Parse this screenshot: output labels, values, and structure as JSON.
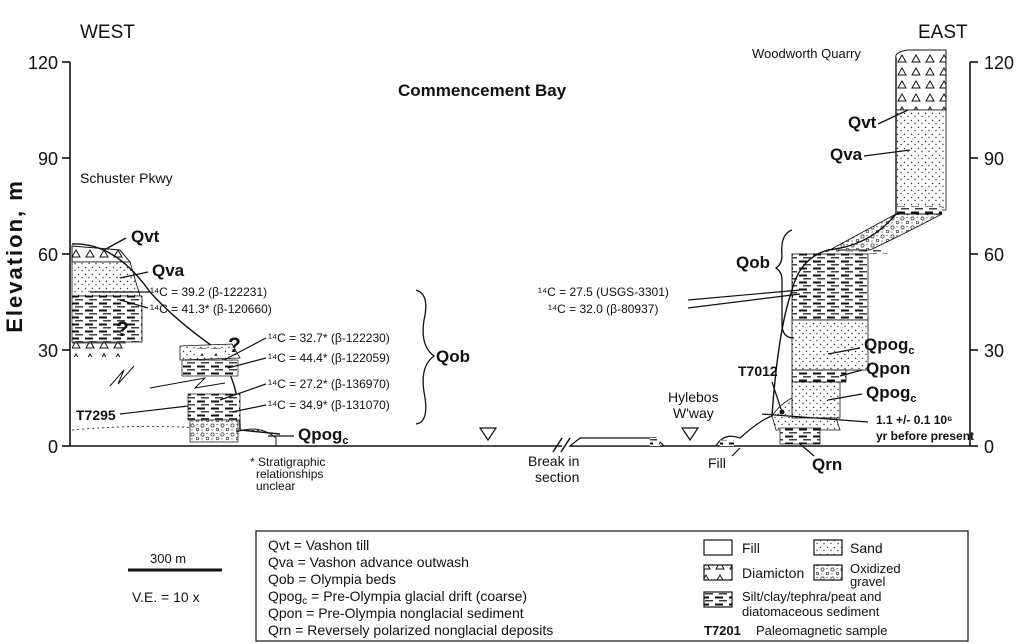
{
  "header": {
    "west": "WEST",
    "east": "EAST"
  },
  "axis": {
    "ylabel": "Elevation, m",
    "left_ticks": [
      "120",
      "90",
      "60",
      "30",
      "0"
    ],
    "right_ticks": [
      "120",
      "90",
      "60",
      "30",
      "0"
    ]
  },
  "places": {
    "bay": "Commencement Bay",
    "quarry": "Woodworth Quarry",
    "schuster": "Schuster Pkwy",
    "hylebos_1": "Hylebos",
    "hylebos_2": "W'way"
  },
  "units_west": {
    "qvt": "Qvt",
    "qva": "Qva",
    "qob": "Qob",
    "qpog": "Qpog",
    "qpog_sub": "c"
  },
  "units_east": {
    "qvt": "Qvt",
    "qva": "Qva",
    "qob": "Qob",
    "qpog_top": "Qpog",
    "qpog_top_sub": "c",
    "qpon": "Qpon",
    "qpog_low": "Qpog",
    "qpog_low_sub": "c",
    "qrn": "Qrn",
    "fill": "Fill"
  },
  "question_marks": [
    "?",
    "?"
  ],
  "dates_west": [
    "¹⁴C = 39.2  (β-122231)",
    "¹⁴C = 41.3* (β-120660)",
    "¹⁴C = 32.7* (β-122230)",
    "¹⁴C = 44.4* (β-122059)",
    "¹⁴C = 27.2* (β-136970)",
    "¹⁴C = 34.9* (β-131070)"
  ],
  "dates_east": [
    "¹⁴C = 27.5 (USGS-3301)",
    "¹⁴C = 32.0 (β-80937)"
  ],
  "samples": {
    "west": "T7295",
    "east": "T7012"
  },
  "age_note": {
    "line1": "1.1 +/- 0.1 10⁶",
    "line2": "yr before present"
  },
  "footnote": [
    "* Stratigraphic",
    "relationships",
    "unclear"
  ],
  "break_label": [
    "Break in",
    "section"
  ],
  "scale": {
    "bar": "300 m",
    "ve": "V.E. = 10 x"
  },
  "legend": {
    "units": [
      {
        "code": "Qvt",
        "sub": "",
        "text": " = Vashon till"
      },
      {
        "code": "Qva",
        "sub": "",
        "text": " = Vashon advance outwash"
      },
      {
        "code": "Qob",
        "sub": "",
        "text": " = Olympia beds"
      },
      {
        "code": "Qpog",
        "sub": "c",
        "text": " = Pre-Olympia glacial drift (coarse)"
      },
      {
        "code": "Qpon",
        "sub": "",
        "text": " = Pre-Olympia nonglacial sediment"
      },
      {
        "code": "Qrn",
        "sub": "",
        "text": " = Reversely polarized nonglacial deposits"
      }
    ],
    "fill": "Fill",
    "sand": "Sand",
    "diamicton": "Diamicton",
    "oxidized_1": "Oxidized",
    "oxidized_2": "gravel",
    "silt_1": "Silt/clay/tephra/peat and",
    "silt_2": "diatomaceous sediment",
    "paleo_code": "T7201",
    "paleo_text": "Paleomagnetic sample"
  }
}
